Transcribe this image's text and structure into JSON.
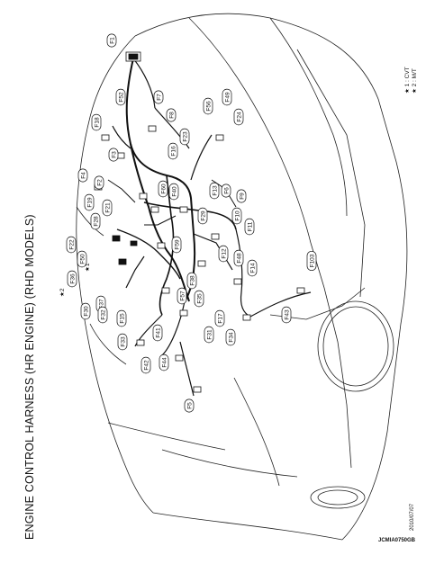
{
  "title": "ENGINE CONTROL HARNESS (HR ENGINE) (RHD MODELS)",
  "notes": [
    "★ 1 : CVT",
    "★ 2 : M/T"
  ],
  "date": "2010/07/07",
  "code": "JCMIA0750GB",
  "connectors": [
    "F1",
    "F52",
    "F7",
    "F8",
    "F18",
    "F49",
    "F56",
    "F24",
    "F23",
    "F3",
    "F16",
    "F4",
    "F2",
    "F19",
    "F21",
    "F60",
    "F40",
    "F13",
    "F6",
    "F9",
    "F28",
    "F29",
    "F10",
    "F11",
    "F22",
    "F50",
    "F59",
    "F12",
    "F48",
    "F103",
    "F36",
    "F38",
    "F14",
    "F57",
    "F37",
    "F35",
    "F30",
    "F32",
    "F15",
    "F17",
    "F43",
    "F34",
    "F33",
    "F41",
    "F31",
    "F42",
    "F44",
    "F5"
  ],
  "marks": [
    "★1",
    "★2"
  ]
}
